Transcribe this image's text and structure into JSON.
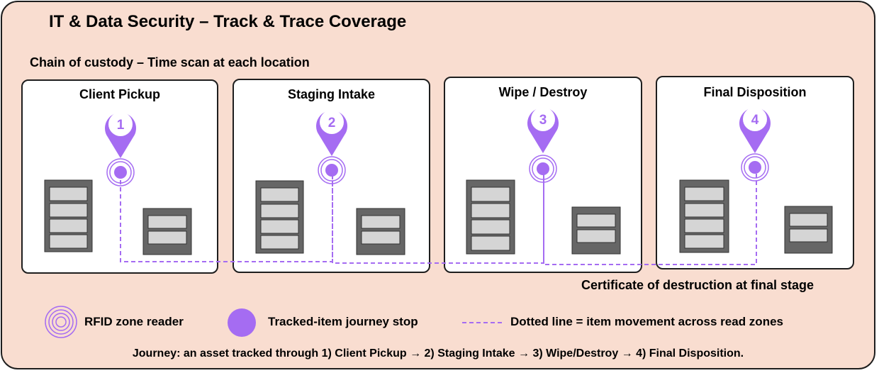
{
  "title": "IT & Data Security – Track & Trace Coverage",
  "subtitle": "Chain of custody – Time scan at each location",
  "stages": [
    {
      "number": "1",
      "label": "Client Pickup"
    },
    {
      "number": "2",
      "label": "Staging Intake"
    },
    {
      "number": "3",
      "label": "Wipe / Destroy"
    },
    {
      "number": "4",
      "label": "Final Disposition"
    }
  ],
  "certificate_note": "Certificate of destruction at final stage",
  "legend": {
    "reader_label": "RFID zone reader",
    "stop_label": "Tracked-item journey stop",
    "line_label": "Dotted line = item movement across read zones"
  },
  "journey_text": "Journey: an asset tracked through 1) Client Pickup → 2) Staging Intake → 3) Wipe/Destroy → 4) Final Disposition.",
  "colors": {
    "background": "#f9ddd0",
    "accent_purple": "#a56cf2",
    "rack_dark": "#666666",
    "rack_light": "#d5d5d5"
  }
}
